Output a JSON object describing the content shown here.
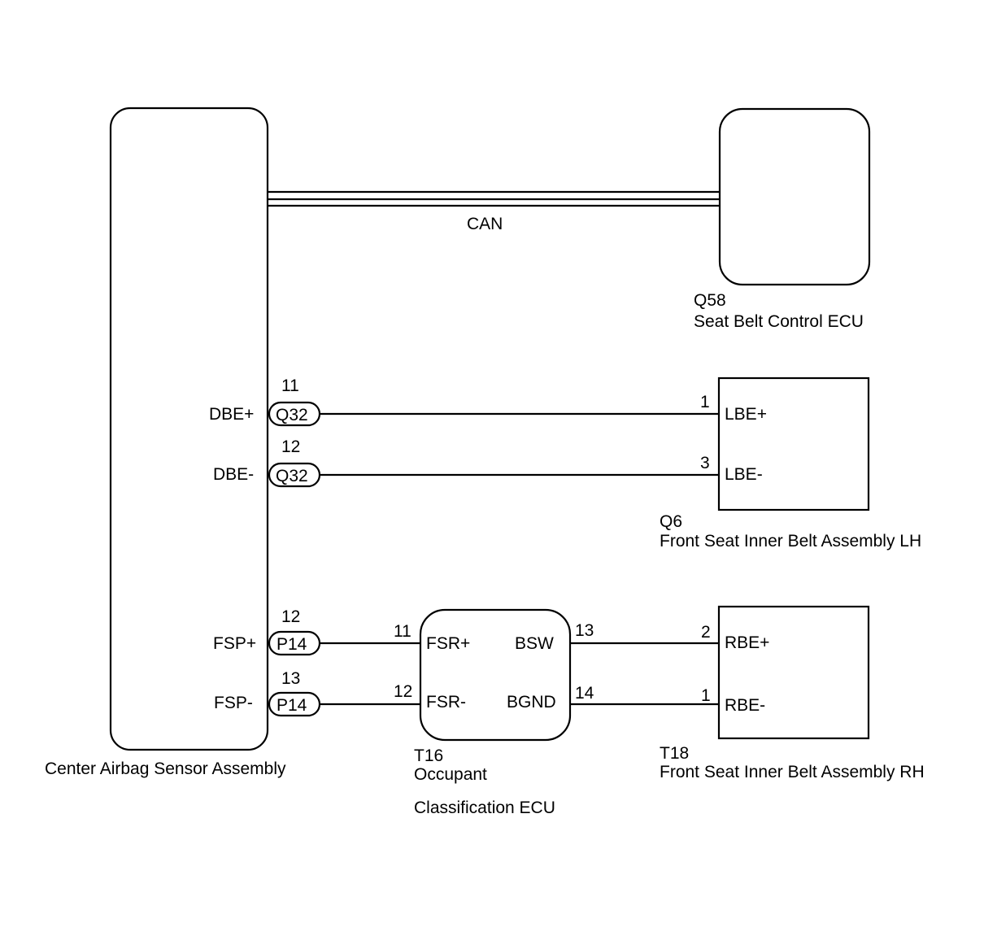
{
  "components": {
    "center_airbag": {
      "name": "Center Airbag Sensor Assembly"
    },
    "seat_belt_ecu": {
      "code": "Q58",
      "name": "Seat Belt Control ECU"
    },
    "inner_belt_lh": {
      "code": "Q6",
      "name": "Front Seat Inner Belt Assembly LH",
      "pin_lbe_plus": "LBE+",
      "pin_lbe_minus": "LBE-",
      "pin_num_1": "1",
      "pin_num_3": "3"
    },
    "occupant_ecu": {
      "code": "T16",
      "name_line1": "Occupant",
      "name_line2": "Classification ECU",
      "pin_fsr_plus": "FSR+",
      "pin_fsr_minus": "FSR-",
      "pin_bsw": "BSW",
      "pin_bgnd": "BGND",
      "pin_num_11": "11",
      "pin_num_12": "12",
      "pin_num_13": "13",
      "pin_num_14": "14"
    },
    "inner_belt_rh": {
      "code": "T18",
      "name": "Front Seat Inner Belt Assembly RH",
      "pin_rbe_plus": "RBE+",
      "pin_rbe_minus": "RBE-",
      "pin_num_2": "2",
      "pin_num_1": "1"
    }
  },
  "bus": {
    "label": "CAN"
  },
  "airbag_pins": {
    "dbe_plus": {
      "label": "DBE+",
      "connector": "Q32",
      "pin": "11"
    },
    "dbe_minus": {
      "label": "DBE-",
      "connector": "Q32",
      "pin": "12"
    },
    "fsp_plus": {
      "label": "FSP+",
      "connector": "P14",
      "pin": "12"
    },
    "fsp_minus": {
      "label": "FSP-",
      "connector": "P14",
      "pin": "13"
    }
  }
}
